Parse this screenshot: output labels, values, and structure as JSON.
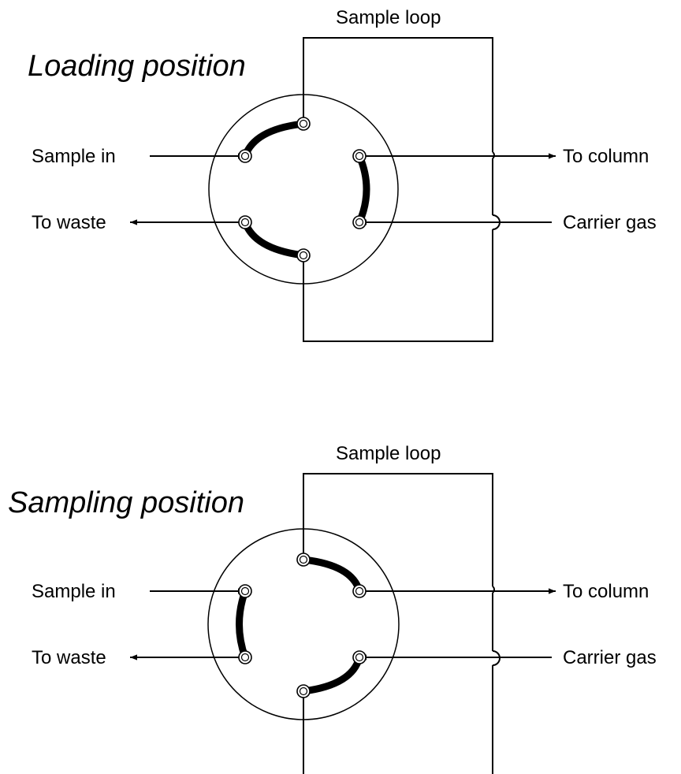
{
  "panels": [
    {
      "title": "Loading position",
      "loop_label": "Sample loop",
      "labels": {
        "sample_in": "Sample in",
        "to_waste": "To waste",
        "to_column": "To column",
        "carrier_gas": "Carrier gas"
      }
    },
    {
      "title": "Sampling position",
      "loop_label": "Sample loop",
      "labels": {
        "sample_in": "Sample in",
        "to_waste": "To waste",
        "to_column": "To column",
        "carrier_gas": "Carrier gas"
      }
    }
  ]
}
